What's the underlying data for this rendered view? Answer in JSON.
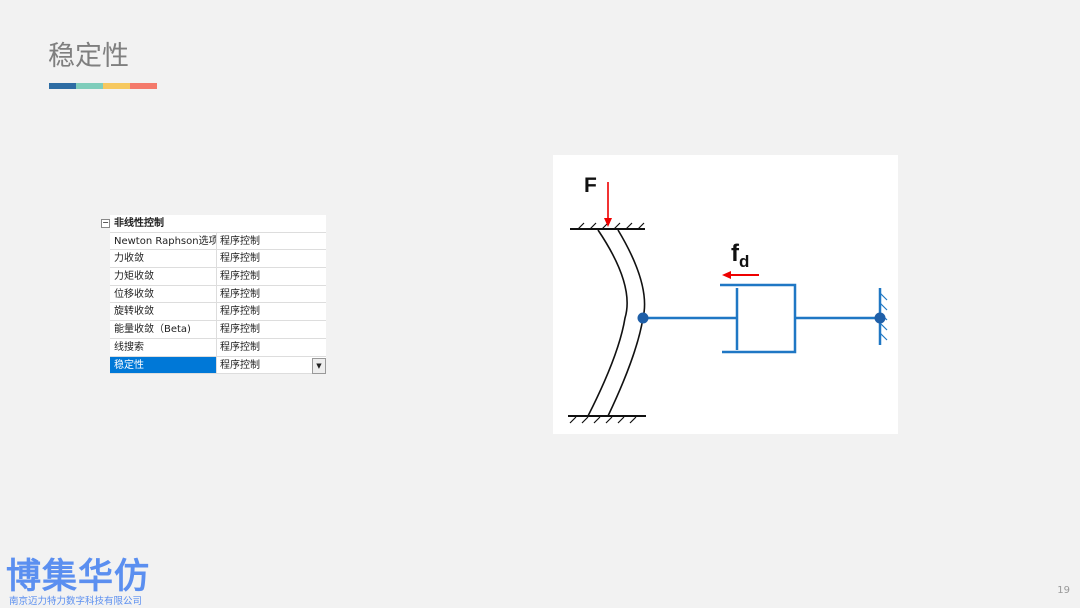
{
  "title": "稳定性",
  "accent_colors": [
    "#2e6da4",
    "#7fcdbb",
    "#f6c85f",
    "#f47a6b"
  ],
  "table": {
    "group": "非线性控制",
    "rows": [
      {
        "name": "Newton Raphson选项",
        "value": "程序控制"
      },
      {
        "name": "力收敛",
        "value": "程序控制"
      },
      {
        "name": "力矩收敛",
        "value": "程序控制"
      },
      {
        "name": "位移收敛",
        "value": "程序控制"
      },
      {
        "name": "旋转收敛",
        "value": "程序控制"
      },
      {
        "name": "能量收敛（Beta)",
        "value": "程序控制"
      },
      {
        "name": "线搜索",
        "value": "程序控制"
      },
      {
        "name": "稳定性",
        "value": "程序控制"
      }
    ]
  },
  "diagram": {
    "force_label": "F",
    "damper_label": "f",
    "damper_sub": "d"
  },
  "logo": {
    "name": "博集华仿",
    "company": "南京迈力特力数字科技有限公司"
  },
  "page_number": "19"
}
